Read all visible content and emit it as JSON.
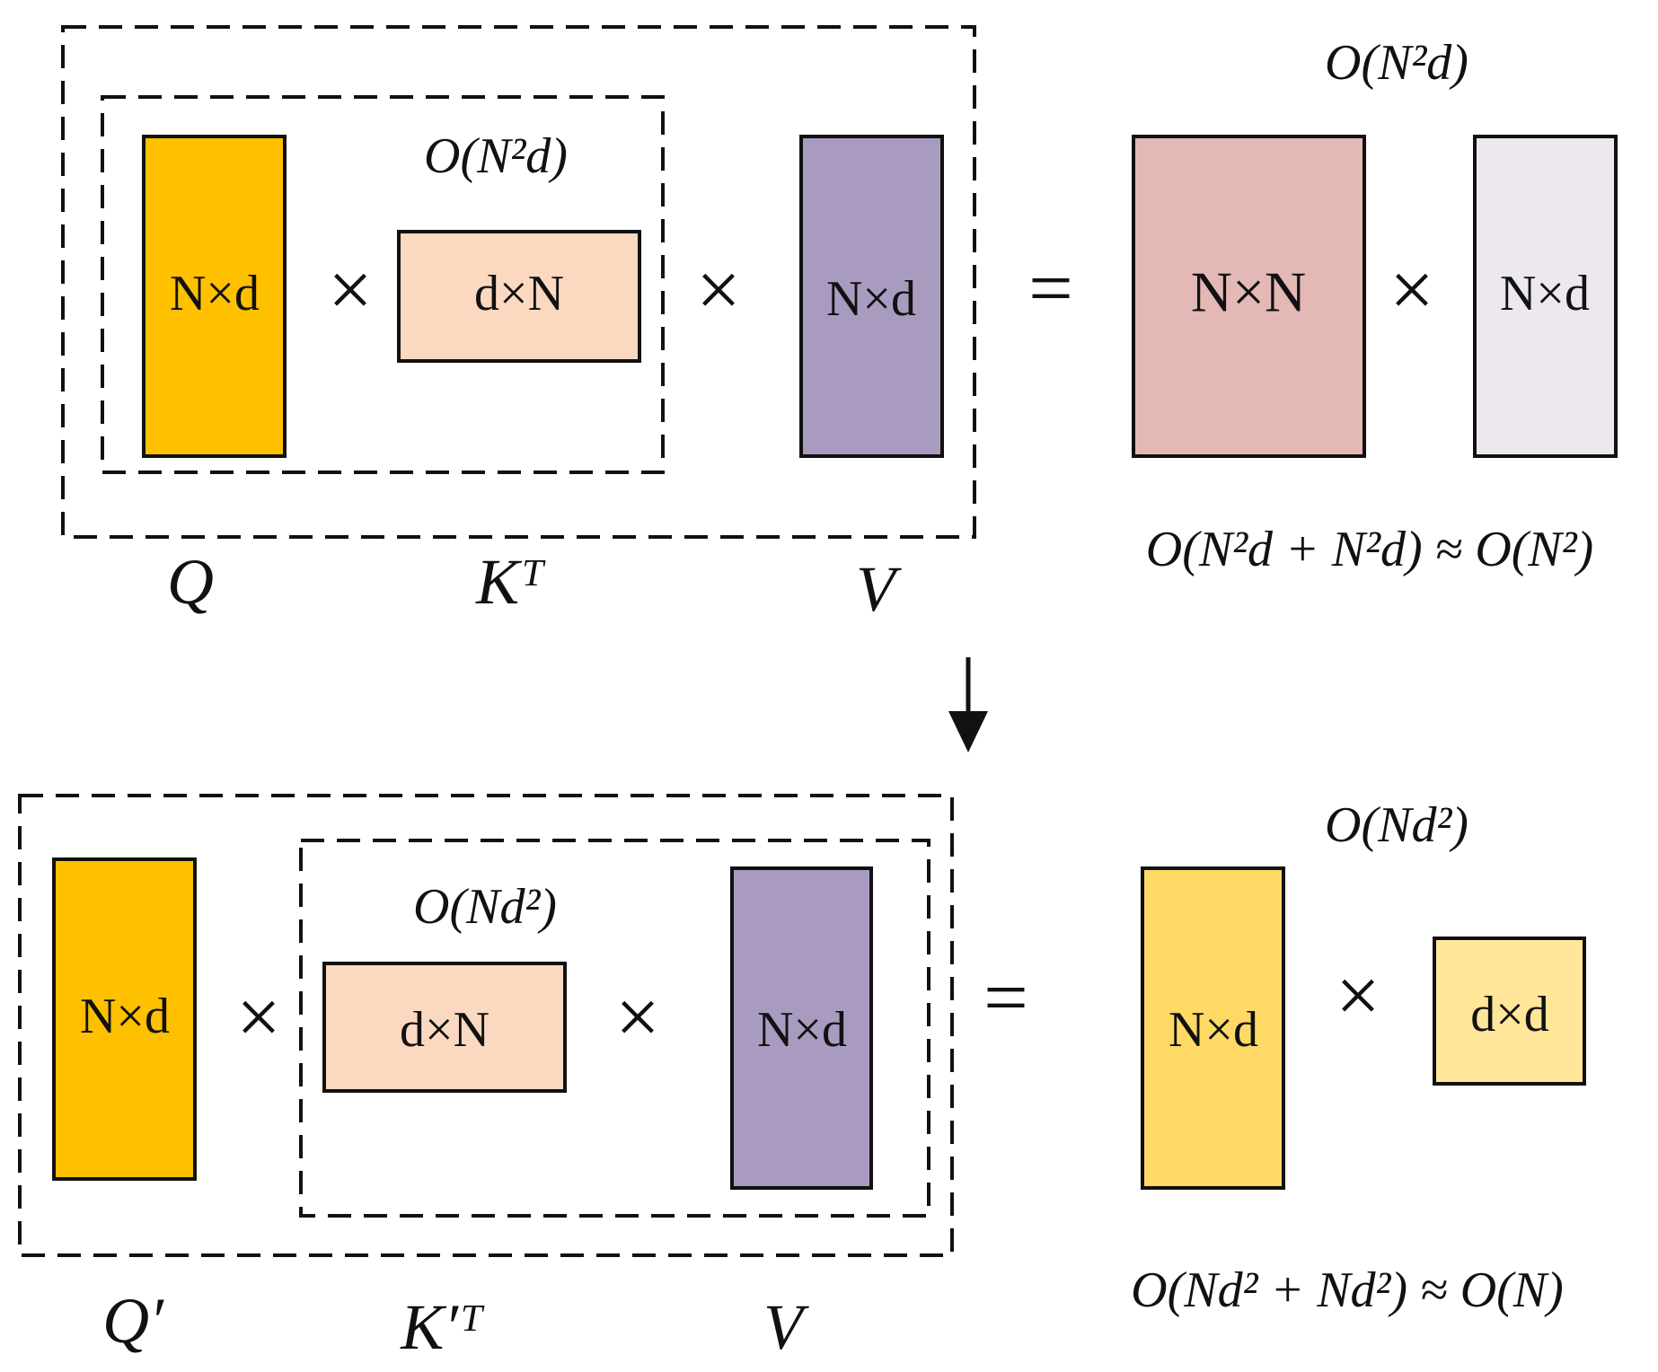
{
  "colors": {
    "q": "#FFC000",
    "kt": "#FAD9C0",
    "v": "#A99BC0",
    "nn": "#E3B8B5",
    "out_nd": "#ECE8EE",
    "nd_result": "#FFD966",
    "dd": "#FFE699",
    "ink": "#111111"
  },
  "top": {
    "q_dim": "N×d",
    "kt_dim": "d×N",
    "v_dim": "N×d",
    "times_1": "×",
    "times_2": "×",
    "equals": "=",
    "nn_dim": "N×N",
    "times_3": "×",
    "out_dim": "N×d",
    "inner_complexity": "O(N²d)",
    "outer_complexity": "O(N²d)",
    "total_complexity": "O(N²d + N²d) ≈ O(N²)",
    "label_q": "Q",
    "label_kt": "Kᵀ",
    "label_v": "V"
  },
  "arrow": "down-arrow",
  "bottom": {
    "q_dim": "N×d",
    "kt_dim": "d×N",
    "v_dim": "N×d",
    "times_1": "×",
    "times_2": "×",
    "equals": "=",
    "nd_dim": "N×d",
    "times_3": "×",
    "dd_dim": "d×d",
    "inner_complexity": "O(Nd²)",
    "outer_complexity": "O(Nd²)",
    "total_complexity": "O(Nd² + Nd²) ≈ O(N)",
    "label_q": "Q′",
    "label_kt": "K′ᵀ",
    "label_v": "V"
  }
}
